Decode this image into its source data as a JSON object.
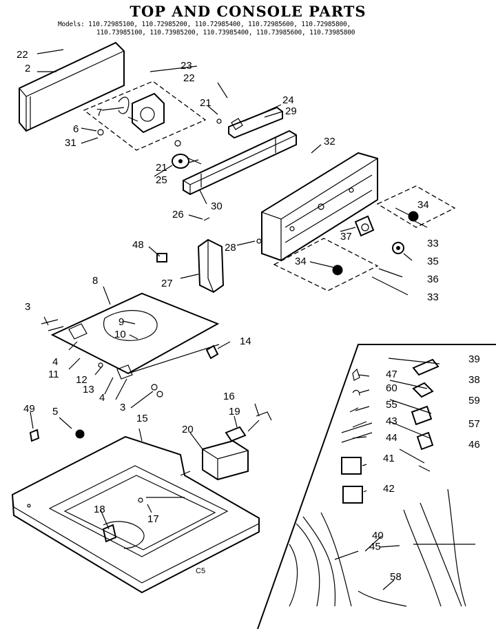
{
  "title": "TOP AND CONSOLE PARTS",
  "models_label": "Models:",
  "models_line1": "110.72985100, 110.72985200, 110.72985400, 110.72985600, 110.72985800,",
  "models_line2": "110.73985100, 110.73985200, 110.73985400, 110.73985600, 110.73985800",
  "footer_code": "C5",
  "part_numbers": [
    "22",
    "2",
    "23",
    "22",
    "7",
    "21",
    "24",
    "29",
    "6",
    "31",
    "32",
    "21",
    "25",
    "30",
    "34",
    "33",
    "26",
    "37",
    "35",
    "48",
    "28",
    "34",
    "36",
    "27",
    "33",
    "8",
    "3",
    "9",
    "10",
    "14",
    "4",
    "11",
    "12",
    "13",
    "4",
    "3",
    "39",
    "47",
    "60",
    "38",
    "55",
    "59",
    "16",
    "43",
    "57",
    "49",
    "5",
    "15",
    "19",
    "44",
    "46",
    "20",
    "41",
    "42",
    "18",
    "17",
    "40",
    "45",
    "58"
  ]
}
